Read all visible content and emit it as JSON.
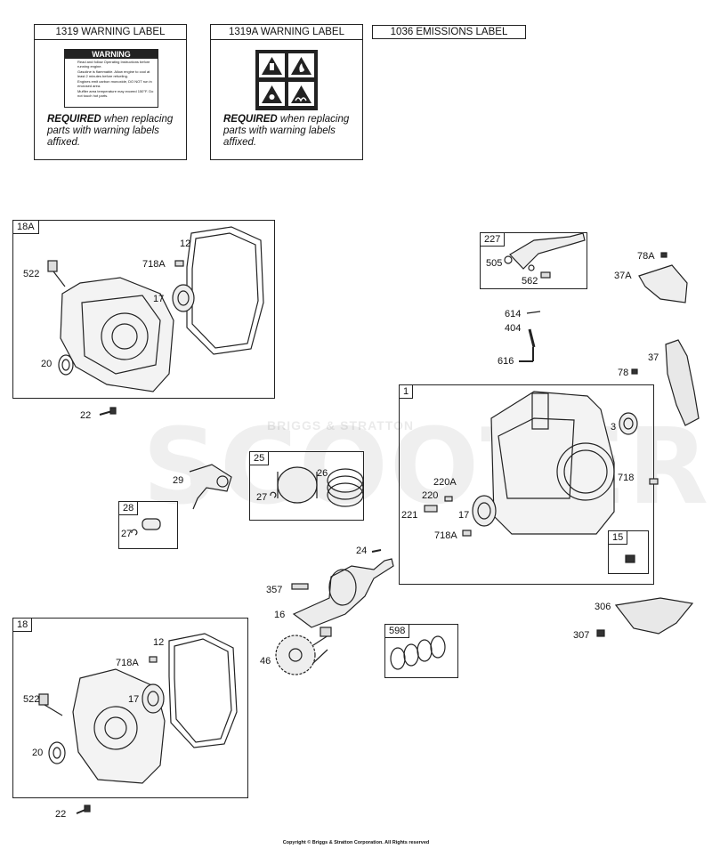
{
  "warning_labels": [
    {
      "title": "1319 WARNING LABEL",
      "required_bold": "REQUIRED",
      "required_rest": " when replacing parts with warning labels affixed."
    },
    {
      "title": "1319A WARNING LABEL",
      "required_bold": "REQUIRED",
      "required_rest": " when replacing parts with warning labels affixed."
    },
    {
      "title": "1036 EMISSIONS LABEL"
    }
  ],
  "warning_sticker": {
    "heading": "WARNING",
    "lines": [
      "Read and follow Operating Instructions before running engine.",
      "Gasoline is flammable. Allow engine to cool at least 2 minutes before refueling.",
      "Engines emit carbon monoxide, DO NOT run in enclosed area.",
      "Muffler area temperature may exceed 150°F. Do not touch hot parts."
    ]
  },
  "groups": {
    "g18A": "18A",
    "g227": "227",
    "g1": "1",
    "g25": "25",
    "g28": "28",
    "g15": "15",
    "g598": "598",
    "g18": "18"
  },
  "part_numbers": {
    "p522a": "522",
    "p12a": "12",
    "p718Aa": "718A",
    "p17a": "17",
    "p20a": "20",
    "p22a": "22",
    "p505": "505",
    "p562": "562",
    "p78A": "78A",
    "p37A": "37A",
    "p614": "614",
    "p404": "404",
    "p616": "616",
    "p37": "37",
    "p78": "78",
    "p3": "3",
    "p718": "718",
    "p220A": "220A",
    "p220": "220",
    "p221": "221",
    "p17b": "17",
    "p718Ab": "718A",
    "p29": "29",
    "p27a": "27",
    "p26": "26",
    "p27b": "27",
    "p24": "24",
    "p357": "357",
    "p16": "16",
    "p306": "306",
    "p307": "307",
    "p46": "46",
    "p12b": "12",
    "p718Ac": "718A",
    "p522b": "522",
    "p17c": "17",
    "p20b": "20",
    "p22b": "22"
  },
  "watermark": {
    "big": "SCOOTER",
    "small": "BRIGGS & STRATTON"
  },
  "copyright": "Copyright © Briggs & Stratton Corporation. All Rights reserved"
}
